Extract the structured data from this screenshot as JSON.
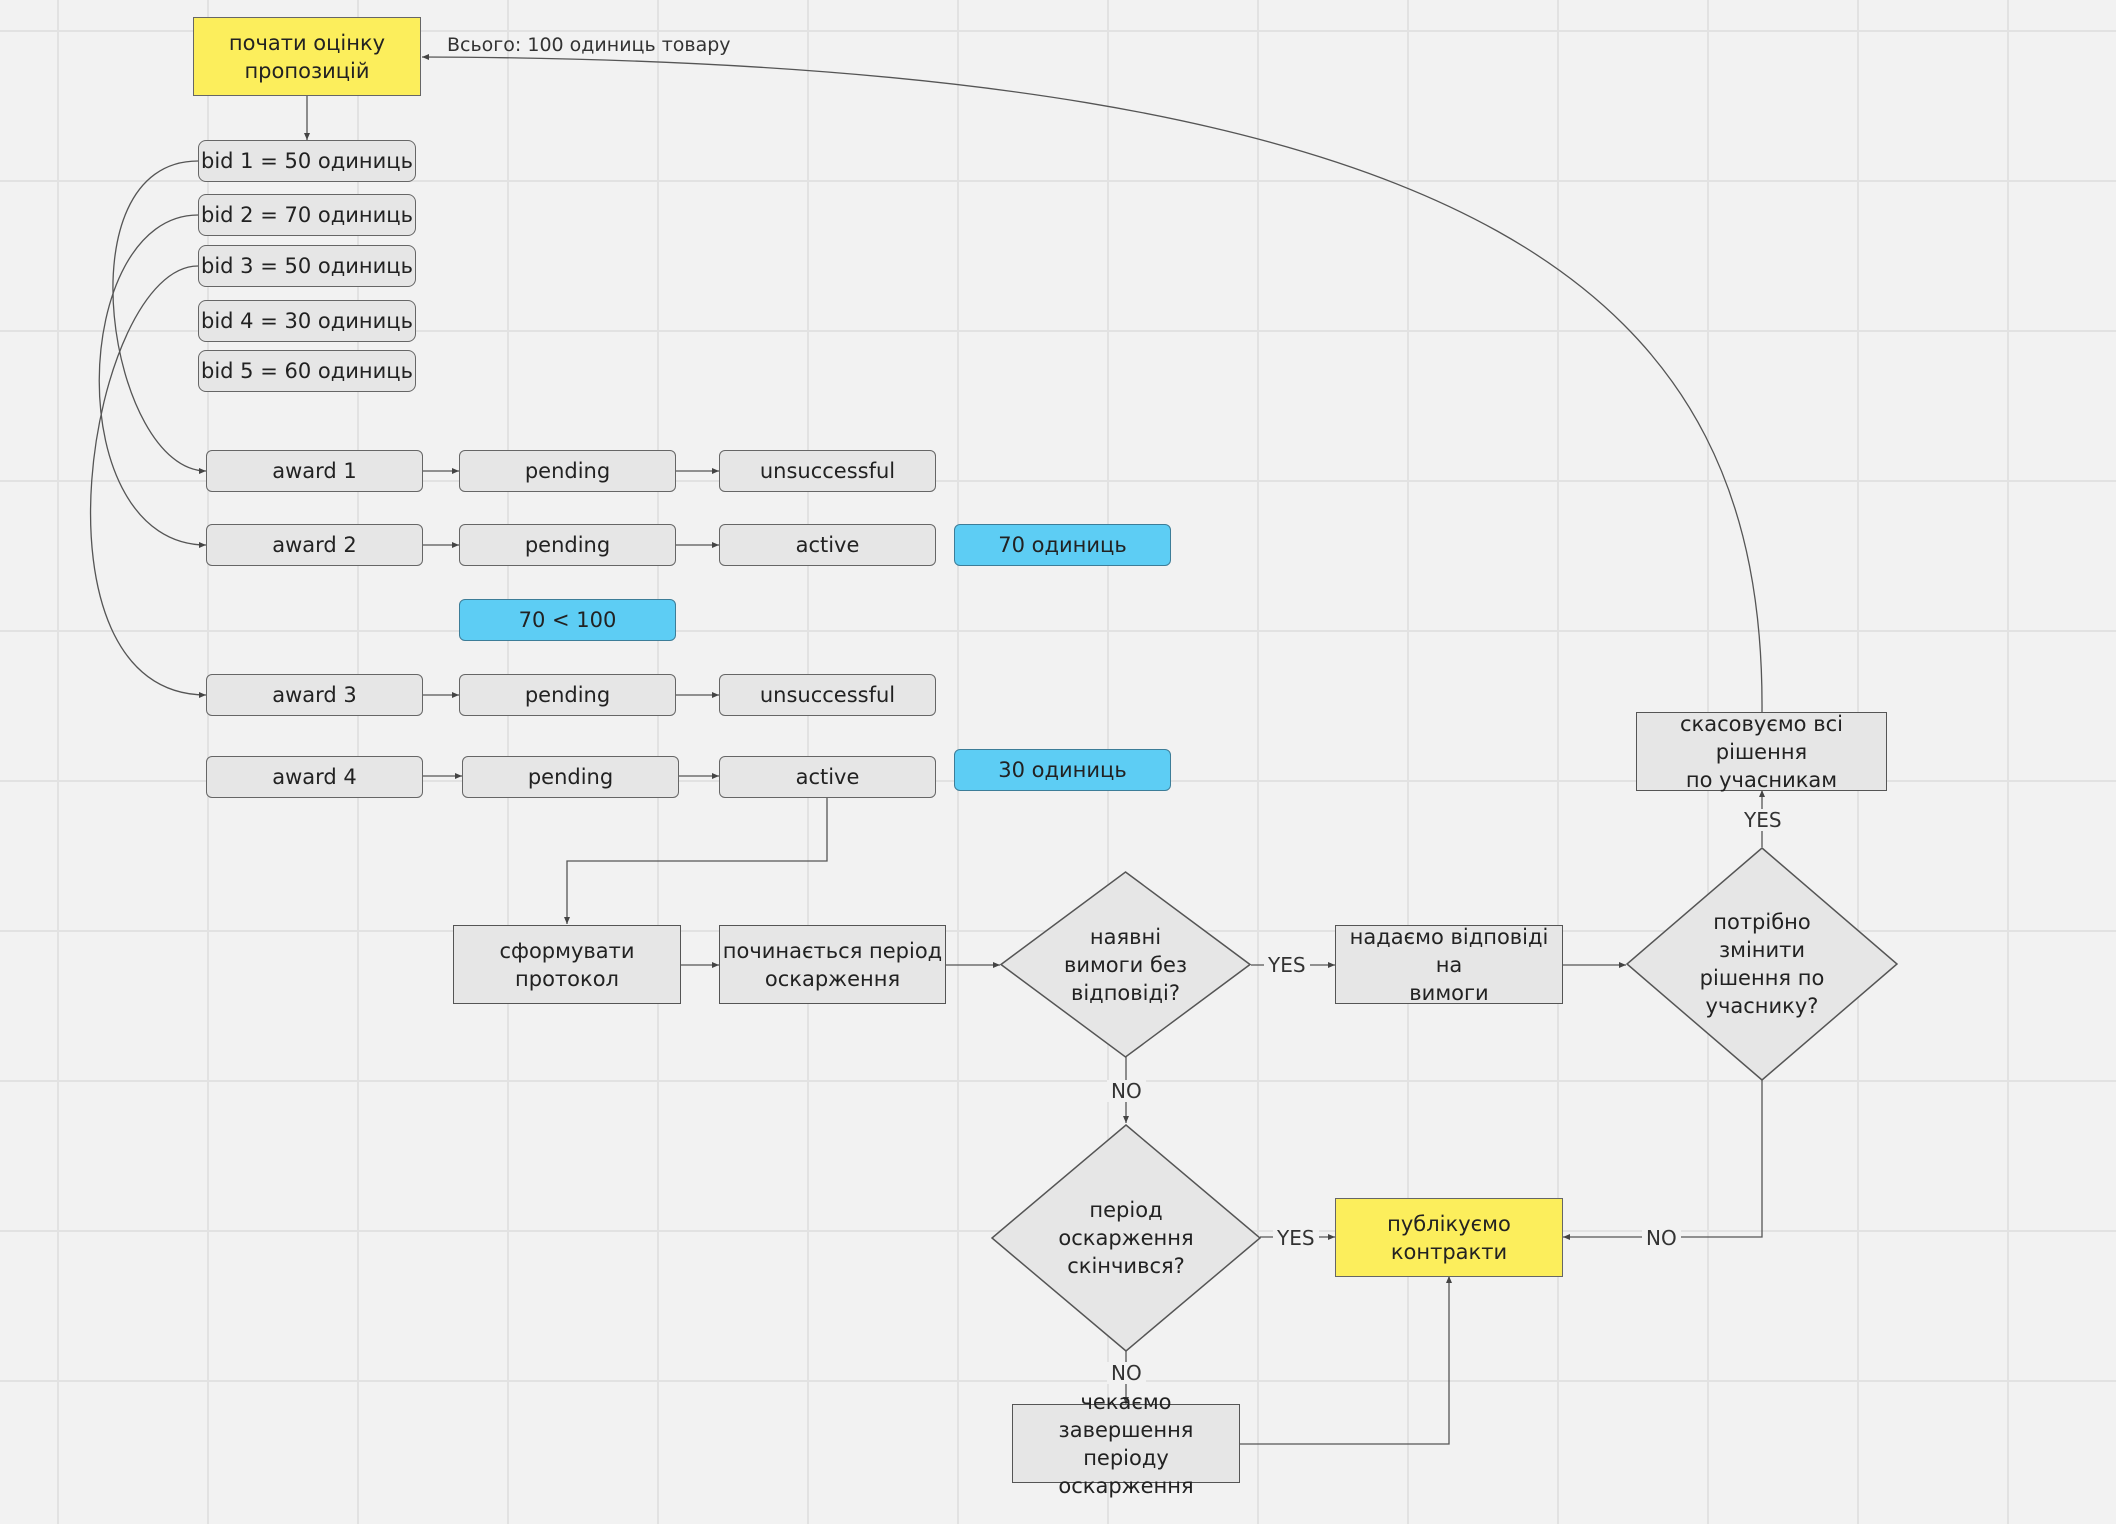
{
  "start": {
    "text": "почати оцінку\nпропозицій"
  },
  "total_note": "Всього: 100 одиниць товару",
  "bids": [
    {
      "label": "bid 1 = 50 одиниць"
    },
    {
      "label": "bid 2 = 70 одиниць"
    },
    {
      "label": "bid 3 = 50 одиниць"
    },
    {
      "label": "bid 4 = 30 одиниць"
    },
    {
      "label": "bid 5 = 60 одиниць"
    }
  ],
  "awards": [
    {
      "name": "award 1",
      "status1": "pending",
      "status2": "unsuccessful"
    },
    {
      "name": "award 2",
      "status1": "pending",
      "status2": "active",
      "note": "70 одиниць"
    },
    {
      "name": "award 3",
      "status1": "pending",
      "status2": "unsuccessful"
    },
    {
      "name": "award 4",
      "status1": "pending",
      "status2": "active",
      "note": "30 одиниць"
    }
  ],
  "compare_note": "70 < 100",
  "flow": {
    "protocol": "сформувати\nпротокол",
    "appeal_start": "починається період\nоскарження",
    "claims_question": "наявні\nвимоги без\nвідповіді?",
    "answer_claims": "надаємо відповіді на\nвимоги",
    "change_question": "потрібно\nзмінити\nрішення по\nучаснику?",
    "cancel_decisions": "скасовуємо всі рішення\nпо учасникам",
    "appeal_over_question": "період\nоскарження\nскінчився?",
    "publish": "публікуємо\nконтракти",
    "wait_end": "чекаємо завершення\nперіоду оскарження"
  },
  "edge_labels": {
    "claims_yes": "YES",
    "claims_no": "NO",
    "change_yes": "YES",
    "change_no": "NO",
    "over_yes": "YES",
    "over_no": "NO"
  },
  "colors": {
    "yellow": "#fcee5c",
    "blue": "#5dcdf4",
    "gray_node": "#e6e6e6",
    "line": "#555555"
  }
}
